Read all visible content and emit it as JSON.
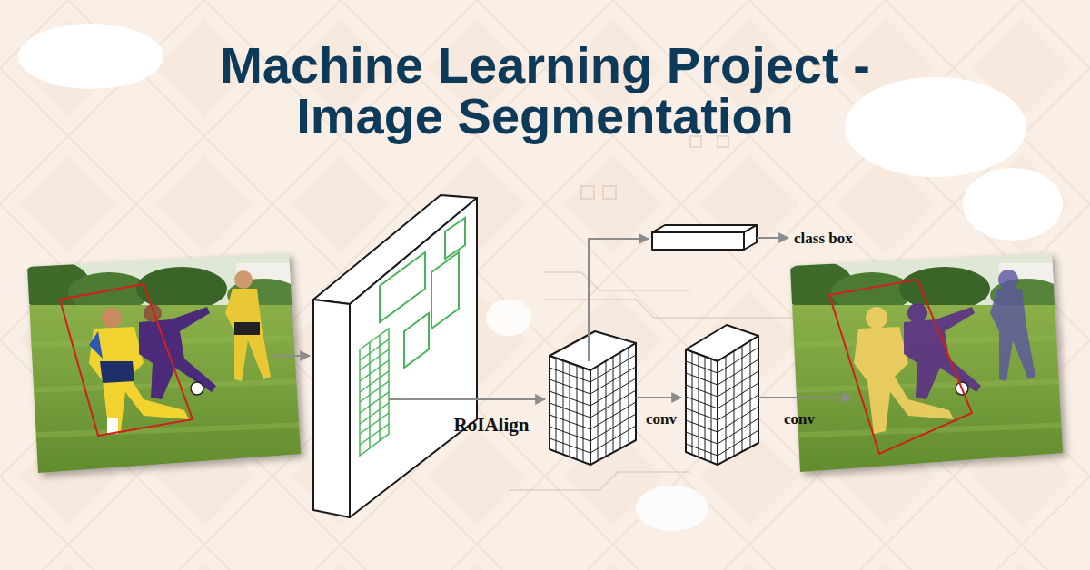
{
  "diagram": {
    "title": "Machine Learning Project - Image Segmentation",
    "labels": [
      "RoIAlign",
      "conv",
      "conv",
      "class box"
    ]
  }
}
